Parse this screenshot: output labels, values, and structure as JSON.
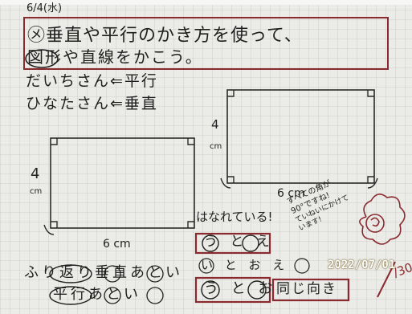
{
  "notebook": {
    "date": "6/4(水)",
    "title_line1": "㋱垂直や平行のかき方を使って、",
    "title_line2": "図形や直線をかこう。",
    "student1": "だいちさん⇐平行",
    "student2": "ひなたさん⇐垂直",
    "right_rect": {
      "width_label": "6 cm",
      "height_label_num": "4",
      "height_label_unit": "cm"
    },
    "left_rect": {
      "width_label": "6 cm",
      "height_label_num": "4",
      "height_label_unit": "cm"
    },
    "apart_label": "はなれている!",
    "box_a": "う と え",
    "row_b": "い と  お  え",
    "box_c": "う と お",
    "same_direction": "同じ向き",
    "review_line1": "ふり返り垂直あとい",
    "review_line2": "平行あとい",
    "teacher_note": [
      "すべての角が",
      "90°ですね!",
      "ていねいにかけて",
      "います!"
    ],
    "score": "/30",
    "stamp_date": "2022/07/01"
  },
  "colors": {
    "paper": "#ebebe8",
    "grid": "#b7b7b4",
    "ink": "#1f1f1f",
    "box_red": "#8a2a2e",
    "stamp": "#ffffff"
  }
}
